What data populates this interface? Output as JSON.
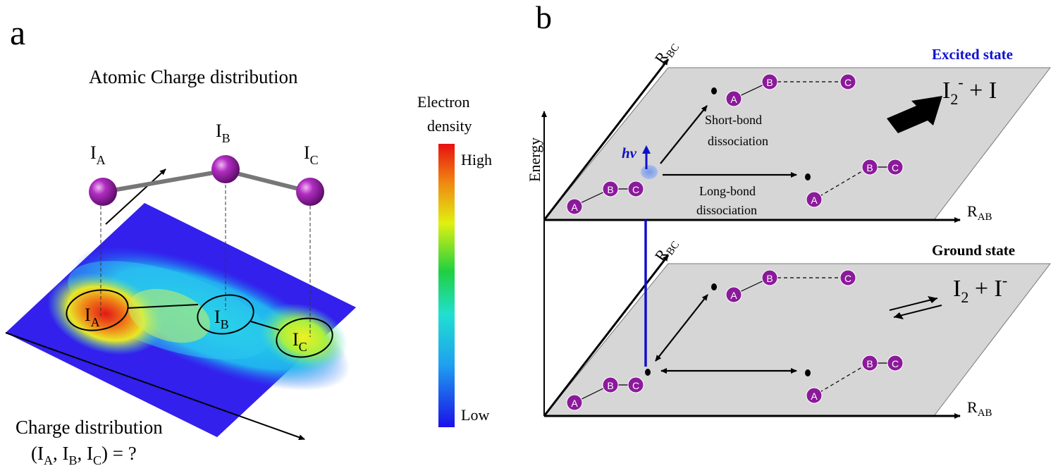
{
  "panel_a": {
    "label": "a",
    "title": "Atomic Charge distribution",
    "atoms": [
      {
        "base": "I",
        "sub": "A"
      },
      {
        "base": "I",
        "sub": "B"
      },
      {
        "base": "I",
        "sub": "C"
      }
    ],
    "colorbar": {
      "title_line1": "Electron",
      "title_line2": "density",
      "high": "High",
      "low": "Low"
    },
    "question_line1": "Charge distribution",
    "question": {
      "open": "(I",
      "sub_a": "A",
      "sep1": ", I",
      "sub_b": "B",
      "sep2": ", I",
      "sub_c": "C",
      "close": ") =  ?"
    },
    "colors": {
      "atom": "#8b1a9b",
      "bond": "#7a7a7a"
    }
  },
  "panel_b": {
    "label": "b",
    "energy_axis": "Energy",
    "excited": {
      "state_label": "Excited state",
      "state_color": "#1010d0",
      "r_bc": {
        "base": "R",
        "sub": "BC"
      },
      "r_ab": {
        "base": "R",
        "sub": "AB"
      },
      "hv": "hν",
      "short_bond_line1": "Short-bond",
      "short_bond_line2": "dissociation",
      "long_bond_line1": "Long-bond",
      "long_bond_line2": "dissociation",
      "product": {
        "base1": "I",
        "sub1": "2",
        "sup1": "-",
        "rest": " + I"
      }
    },
    "ground": {
      "state_label": "Ground state",
      "r_bc": {
        "base": "R",
        "sub": "BC"
      },
      "r_ab": {
        "base": "R",
        "sub": "AB"
      },
      "product": {
        "base1": "I",
        "sub1": "2",
        "mid": " + I",
        "sup2": "-"
      }
    },
    "atom_labels": {
      "a": "A",
      "b": "B",
      "c": "C"
    },
    "colors": {
      "plane": "#d6d6d6",
      "atom": "#8b1a9b",
      "excitation_line": "#1010c8"
    }
  }
}
